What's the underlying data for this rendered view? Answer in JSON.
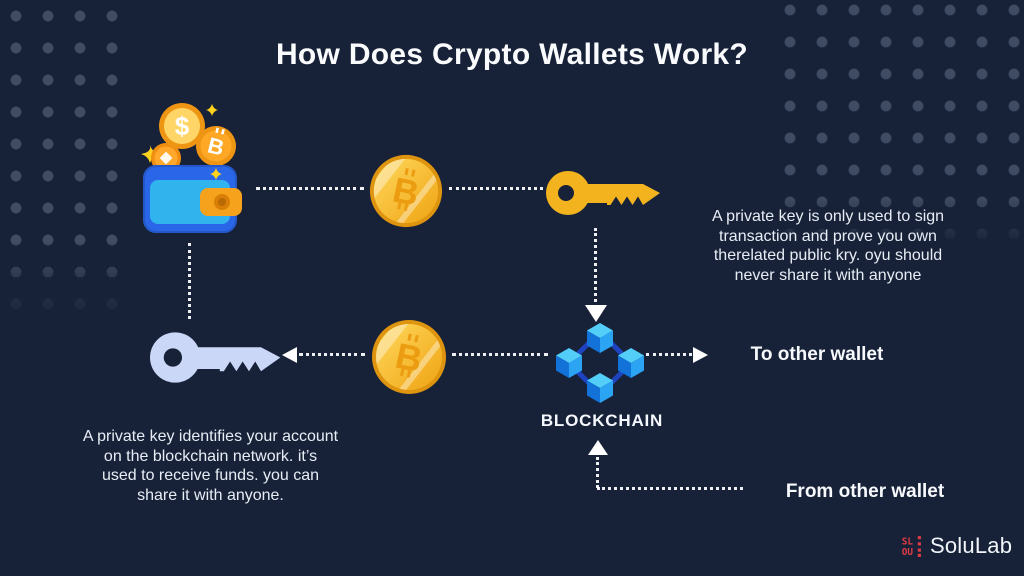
{
  "title": "How Does Crypto Wallets Work?",
  "labels": {
    "blockchain": "BLOCKCHAIN",
    "to_other_wallet": "To other wallet",
    "from_other_wallet": "From other wallet"
  },
  "annotations": {
    "private_key_sign": {
      "lines": [
        "A private key is only used to sign",
        "transaction and prove you own",
        "therelated public kry. oyu should",
        "never share it with anyone"
      ]
    },
    "private_key_identify": {
      "lines": [
        "A private key identifies your account",
        "on the blockchain network. it’s",
        "used to receive funds. you can",
        "share it with anyone."
      ]
    }
  },
  "coin_symbols": {
    "bitcoin": "B",
    "dollar": "$"
  },
  "brand": {
    "name": "SoluLab",
    "mark_letters_top": "SL",
    "mark_letters_bottom": "OU"
  },
  "icons": {
    "wallet": "wallet-with-coins",
    "coin_top_row": "bitcoin-coin",
    "coin_bottom_row": "bitcoin-coin",
    "key_private": "gold-key",
    "key_public": "light-key",
    "blockchain": "blockchain-cubes",
    "brand_mark": "solulab-pixel-mark"
  },
  "colors": {
    "background": "#172238",
    "dot_pattern": "#7D8CA5",
    "gold_key": "#F2B31F",
    "light_key": "#CBD7F6",
    "coin_rim": "#DE940F",
    "coin_face": "#FFD14D",
    "cube_top": "#53CEF9",
    "cube_left": "#1272D8",
    "cube_right": "#2CA4F4",
    "connector_blue": "#1D43BF",
    "wallet_blue": "#2A66E8",
    "wallet_front": "#31B3EE",
    "strap_orange": "#F6A21C",
    "brand_red": "#E23B44",
    "text": "#EDF1F7"
  }
}
